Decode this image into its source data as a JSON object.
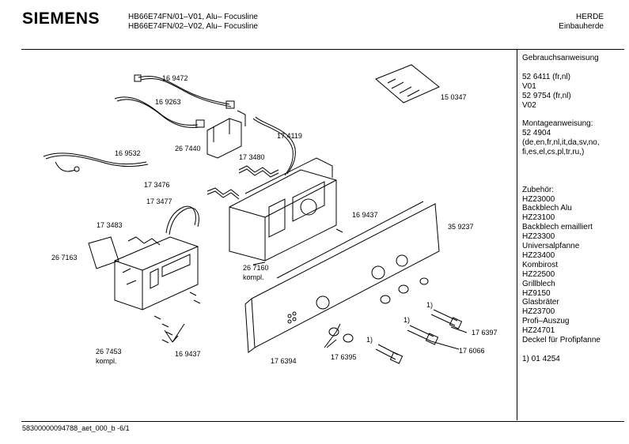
{
  "header": {
    "brand": "SIEMENS",
    "model_line_1": "HB66E74FN/01–V01, Alu– Focusline",
    "model_line_2": "HB66E74FN/02–V02, Alu– Focusline",
    "category_1": "HERDE",
    "category_2": "Einbauherde"
  },
  "sidebar": {
    "lines": [
      "Gebrauchsanweisung",
      "",
      "52 6411 (fr,nl)",
      "V01",
      "52 9754 (fr,nl)",
      "V02",
      "",
      "Montageanweisung:",
      "52 4904",
      "(de,en,fr,nl,it,da,sv,no,",
      "fi,es,el,cs,pl,tr,ru,)",
      "",
      "",
      "",
      "Zubehör:",
      "HZ23000",
      "Backblech Alu",
      "HZ23100",
      "Backblech emailliert",
      "HZ23300",
      "Universalpfanne",
      "HZ23400",
      "Kombirost",
      "HZ22500",
      "Grillblech",
      "HZ9150",
      "Glasbräter",
      "HZ23700",
      "Profi–Auszug",
      "HZ24701",
      "Deckel für Profipfanne",
      "",
      "1) 01 4254"
    ]
  },
  "parts": {
    "p169472": "16 9472",
    "p169263": "16 9263",
    "p267440": "26 7440",
    "p169532": "16 9532",
    "p174119": "17 4119",
    "p173480": "17 3480",
    "p173476": "17 3476",
    "p173477": "17 3477",
    "p173483": "17 3483",
    "p267163": "26 7163",
    "p150347": "15 0347",
    "p169437a": "16 9437",
    "p359237": "35 9237",
    "p267160": "26 7160",
    "kompl1": "kompl.",
    "p267453": "26 7453",
    "kompl2": "kompl.",
    "p169437b": "16 9437",
    "p176394": "17 6394",
    "p176395": "17 6395",
    "p176066": "17 6066",
    "p176397": "17 6397",
    "note1a": "1)",
    "note1b": "1)",
    "note1c": "1)"
  },
  "footer": {
    "doc_id": "58300000094788_aet_000_b -6/1"
  }
}
